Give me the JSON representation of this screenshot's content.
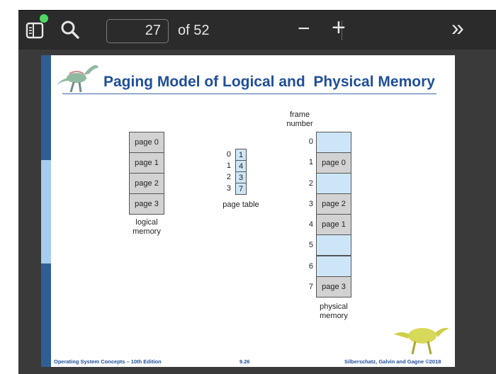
{
  "toolbar": {
    "current_page": "27",
    "page_count_label": "of 52",
    "zoom_out_label": "−",
    "zoom_in_label": "+",
    "more_label": "»"
  },
  "colors": {
    "toolbar_bg": "#2b2b2b",
    "viewer_bg": "#3a3a3a",
    "notification_dot": "#4cd964",
    "title_blue": "#1f4f9a",
    "page_gray": "#d2d2d2",
    "frame_blue": "#cde6f7"
  },
  "slide": {
    "title": "Paging Model of Logical and  Physical Memory",
    "logical_memory": {
      "pages": [
        "page 0",
        "page 1",
        "page 2",
        "page 3"
      ],
      "label_line1": "logical",
      "label_line2": "memory"
    },
    "page_table": {
      "indices": [
        "0",
        "1",
        "2",
        "3"
      ],
      "entries": [
        "1",
        "4",
        "3",
        "7"
      ],
      "label": "page table"
    },
    "physical_memory": {
      "header_line1": "frame",
      "header_line2": "number",
      "frame_numbers": [
        "0",
        "1",
        "2",
        "3",
        "4",
        "5",
        "6",
        "7"
      ],
      "frames": [
        "",
        "page 0",
        "",
        "page 2",
        "page 1",
        "",
        "",
        "page 3"
      ],
      "label_line1": "physical",
      "label_line2": "memory"
    },
    "footer": {
      "left": "Operating System Concepts – 10th Edition",
      "center": "9.26",
      "right": "Silberschatz, Galvin and Gagne ©2018"
    }
  }
}
